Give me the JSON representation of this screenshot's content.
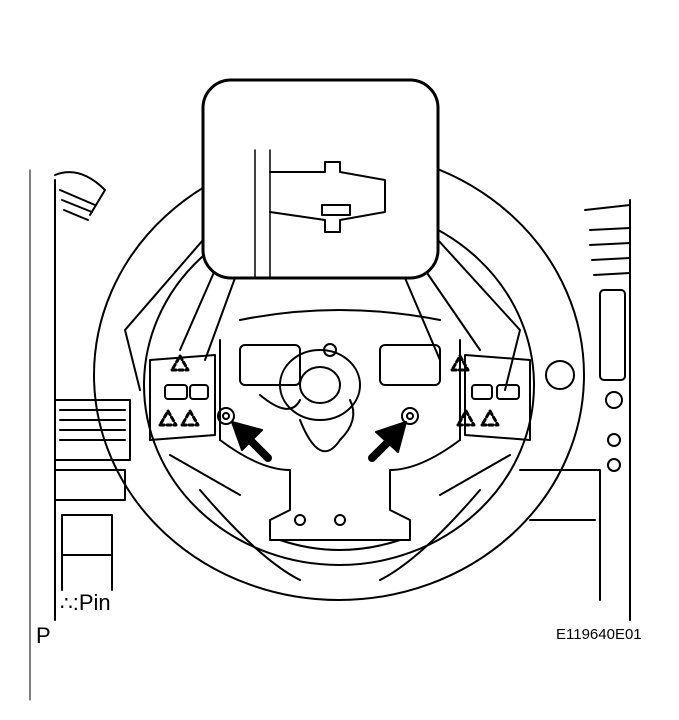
{
  "legend": {
    "symbol": "∴",
    "separator": ":",
    "label": "Pin"
  },
  "corner_letter": "P",
  "figure_id": "E119640E01"
}
